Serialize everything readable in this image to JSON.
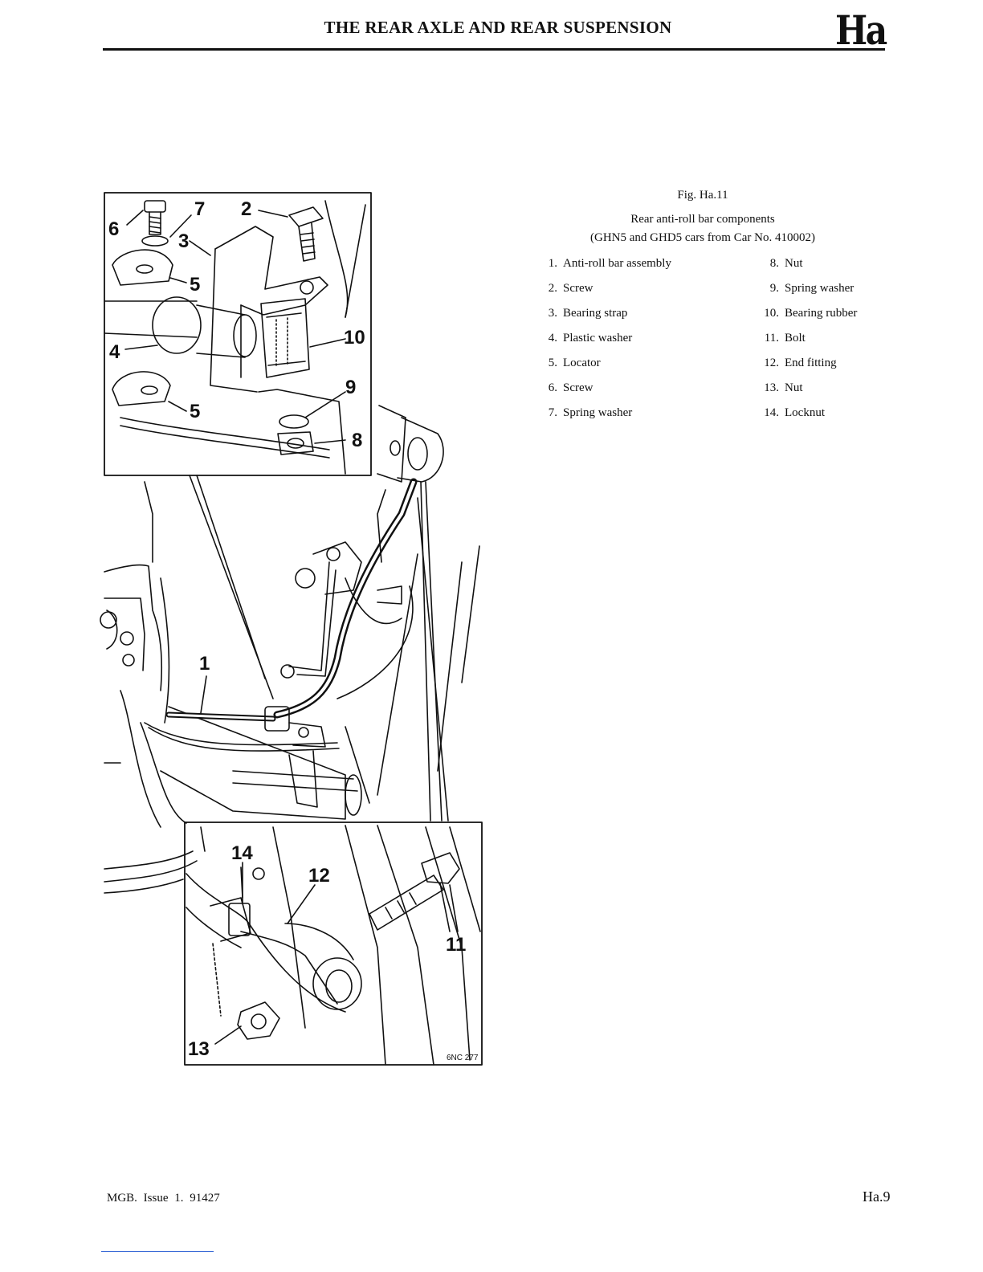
{
  "header": {
    "title": "THE REAR AXLE AND REAR SUSPENSION",
    "section_tag": "Ha"
  },
  "figure": {
    "number": "Fig. Ha.11",
    "title": "Rear anti-roll bar components",
    "subtitle": "(GHN5 and GHD5 cars from Car No. 410002)",
    "drawing_code": "6NC 277",
    "callouts": [
      "1",
      "2",
      "3",
      "4",
      "5",
      "5",
      "6",
      "7",
      "8",
      "9",
      "10",
      "11",
      "12",
      "13",
      "14"
    ]
  },
  "legend": {
    "left": [
      {
        "num": "1.",
        "text": "Anti-roll bar assembly"
      },
      {
        "num": "2.",
        "text": "Screw"
      },
      {
        "num": "3.",
        "text": "Bearing strap"
      },
      {
        "num": "4.",
        "text": "Plastic washer"
      },
      {
        "num": "5.",
        "text": "Locator"
      },
      {
        "num": "6.",
        "text": "Screw"
      },
      {
        "num": "7.",
        "text": "Spring washer"
      }
    ],
    "right": [
      {
        "num": "8.",
        "text": "Nut"
      },
      {
        "num": "9.",
        "text": "Spring washer"
      },
      {
        "num": "10.",
        "text": "Bearing rubber"
      },
      {
        "num": "11.",
        "text": "Bolt"
      },
      {
        "num": "12.",
        "text": "End fitting"
      },
      {
        "num": "13.",
        "text": "Nut"
      },
      {
        "num": "14.",
        "text": "Locknut"
      }
    ]
  },
  "footer": {
    "left": "MGB. Issue 1. 91427",
    "page": "Ha.9"
  }
}
